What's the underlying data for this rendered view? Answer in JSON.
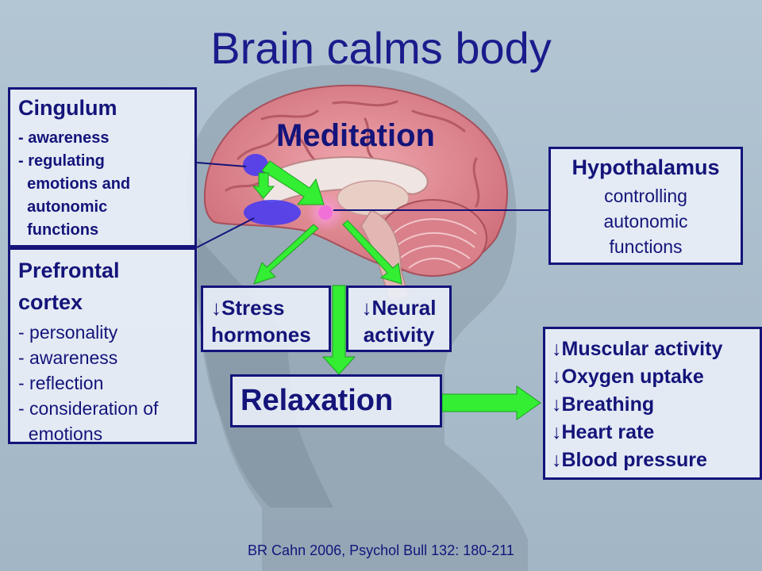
{
  "slide": {
    "title": "Brain calms body"
  },
  "center_label": "Meditation",
  "cingulum": {
    "heading": "Cingulum",
    "lines": [
      "- awareness",
      "- regulating",
      "  emotions and",
      "  autonomic",
      "  functions"
    ]
  },
  "prefrontal": {
    "heading_line1": "Prefrontal",
    "heading_line2": "cortex",
    "lines": [
      "- personality",
      "- awareness",
      "- reflection",
      "- consideration of",
      "  emotions"
    ]
  },
  "hypothalamus": {
    "heading": "Hypothalamus",
    "lines": [
      "controlling",
      "autonomic",
      "functions"
    ]
  },
  "stress_box": {
    "line1": "↓Stress",
    "line2": "hormones"
  },
  "neural_box": {
    "line1": "↓Neural",
    "line2": "activity"
  },
  "relaxation_box": {
    "label": "Relaxation"
  },
  "effects": {
    "lines": [
      "↓Muscular activity",
      "↓Oxygen uptake",
      "↓Breathing",
      "↓Heart rate",
      "↓Blood pressure"
    ]
  },
  "citation": "BR Cahn 2006, Psychol Bull 132: 180-211",
  "colors": {
    "background": "#b3c6d4",
    "text": "#14147a",
    "arrow": "#33ee33",
    "brain_cortex": "#d9808a",
    "cingulum_highlight": "#4a3cf0",
    "hypothalamus_highlight": "#f070d8"
  }
}
